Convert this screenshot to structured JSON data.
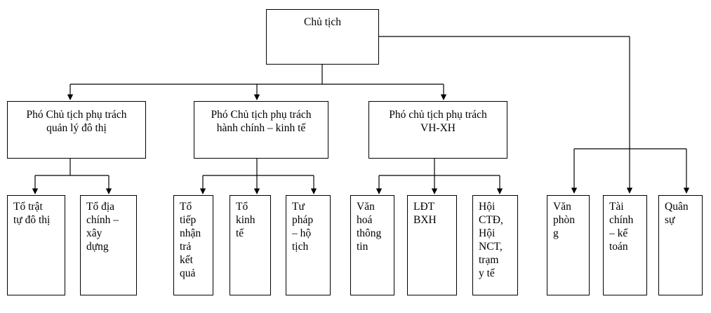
{
  "top": {
    "label": "Chủ tịch"
  },
  "deputies": [
    {
      "line1": "Phó Chủ tịch phụ trách",
      "line2": "quản lý đô thị"
    },
    {
      "line1": "Phó Chủ tịch phụ trách",
      "line2": "hành chính – kinh tế"
    },
    {
      "line1": "Phó chủ tịch phụ trách",
      "line2": "VH-XH"
    }
  ],
  "units_group1": [
    {
      "text": "Tổ trật\ntự đô thị"
    },
    {
      "text": "Tổ địa\nchính –\nxây\ndựng"
    }
  ],
  "units_group2": [
    {
      "text": "Tổ\ntiếp\nnhận\ntrả\nkết\nquả"
    },
    {
      "text": "Tổ\nkinh\ntế"
    },
    {
      "text": "Tư\npháp\n– hộ\ntịch"
    }
  ],
  "units_group3": [
    {
      "text": "Văn\nhoá\nthông\ntin"
    },
    {
      "text": "LĐT\nBXH"
    },
    {
      "text": "Hội\nCTĐ,\nHội\nNCT,\ntrạm\ny tế"
    }
  ],
  "units_group4": [
    {
      "text": "Văn\nphòn\ng"
    },
    {
      "text": "Tài\nchính\n– kế\ntoán"
    },
    {
      "text": "Quân\nsự"
    }
  ]
}
